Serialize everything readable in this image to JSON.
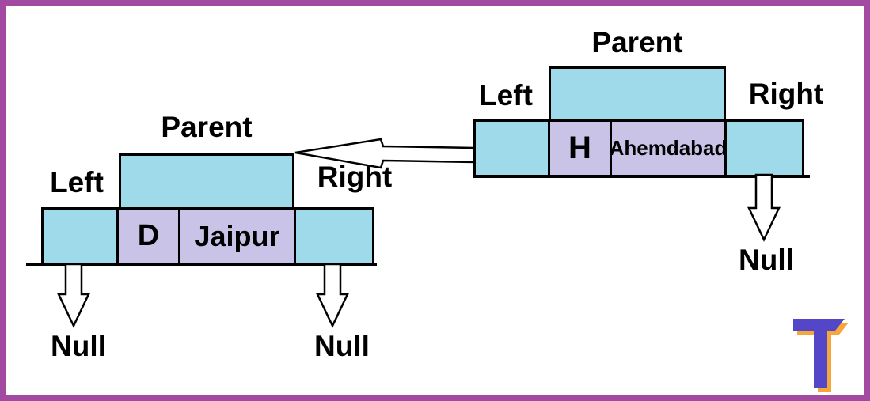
{
  "colors": {
    "border": "#A24AA1",
    "pointer-cell": "#9EDAEA",
    "data-cell": "#C9C3E7",
    "line": "#000000",
    "arrow-fill": "#FFFFFF",
    "logo-primary": "#5347C7",
    "logo-shadow": "#F6A73C"
  },
  "nodes": [
    {
      "key": "D",
      "value": "Jaipur",
      "labels": {
        "parent": "Parent",
        "left": "Left",
        "right": "Right"
      },
      "nulls": {
        "left": "Null",
        "right": "Null"
      }
    },
    {
      "key": "H",
      "value": "Ahemdabad",
      "labels": {
        "parent": "Parent",
        "left": "Left",
        "right": "Right"
      },
      "nulls": {
        "right": "Null"
      }
    }
  ],
  "logo": {
    "letter": "T"
  }
}
